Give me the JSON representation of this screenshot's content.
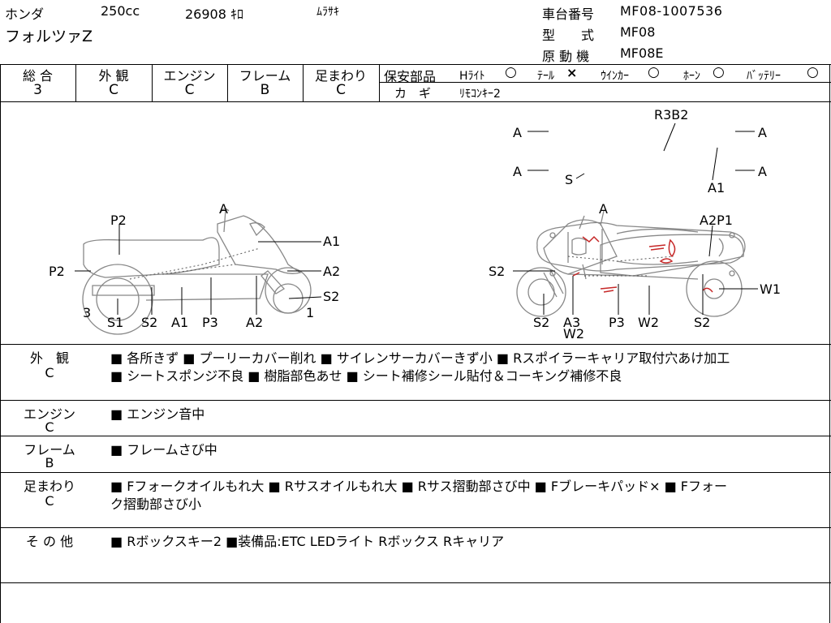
{
  "header": {
    "maker": "ホンダ",
    "displacement": "250cc",
    "mileage": "26908 ｷﾛ",
    "color": "ﾑﾗｻｷ",
    "model": "フォルツァZ",
    "frame_no_label": "車台番号",
    "frame_no": "MF08-1007536",
    "type_label": "型　　式",
    "type": "MF08",
    "engine_label": "原 動 機",
    "engine": "MF08E"
  },
  "ratings": [
    {
      "label": "総 合",
      "value": "3"
    },
    {
      "label": "外 観",
      "value": "C"
    },
    {
      "label": "エンジン",
      "value": "C"
    },
    {
      "label": "フレーム",
      "value": "B"
    },
    {
      "label": "足まわり",
      "value": "C"
    }
  ],
  "safety": {
    "label": "保安部品",
    "items": [
      {
        "name": "Hﾗｲﾄ",
        "mark": "○"
      },
      {
        "name": "ﾃｰﾙ",
        "mark": "×"
      },
      {
        "name": "ｳｲﾝｶｰ",
        "mark": "○"
      },
      {
        "name": "ﾎｰﾝ",
        "mark": "○"
      },
      {
        "name": "ﾊﾞｯﾃﾘｰ",
        "mark": "○"
      }
    ],
    "key_label": "カ　ギ",
    "key_value": "ﾘﾓｺﾝｷｰ2"
  },
  "diagram": {
    "top": {
      "l1": "A",
      "l2": "A",
      "r1": "A",
      "r2": "A",
      "s": "S",
      "r3b2": "R3B2",
      "a1": "A1"
    },
    "left": {
      "p2_top": "P2",
      "a_top": "A",
      "a1_right": "A1",
      "p2_left": "P2",
      "a2_right": "A2",
      "s2_right": "S2",
      "n3": "3",
      "n1": "1",
      "s1": "S1",
      "s2": "S2",
      "a1": "A1",
      "p3": "P3",
      "a2": "A2"
    },
    "right": {
      "a_top": "A",
      "a2p1": "A2P1",
      "s2_left": "S2",
      "w1": "W1",
      "s2": "S2",
      "a3": "A3",
      "w2a": "W2",
      "p3": "P3",
      "w2": "W2",
      "s2b": "S2"
    }
  },
  "notes": [
    {
      "cat": "外　観",
      "grade": "C",
      "lines": [
        "■ 各所きず ■ プーリーカバー削れ ■ サイレンサーカバーきず小 ■ Rスポイラーキャリア取付穴あけ加工",
        "■ シートスポンジ不良 ■ 樹脂部色あせ ■ シート補修シール貼付＆コーキング補修不良"
      ]
    },
    {
      "cat": "エンジン",
      "grade": "C",
      "lines": [
        "■ エンジン音中"
      ]
    },
    {
      "cat": "フレーム",
      "grade": "B",
      "lines": [
        "■ フレームさび中"
      ]
    },
    {
      "cat": "足まわり",
      "grade": "C",
      "lines": [
        "■ Fフォークオイルもれ大 ■ Rサスオイルもれ大 ■ Rサス摺動部さび中 ■ Fブレーキパッド× ■ Fフォー",
        "ク摺動部さび小"
      ]
    },
    {
      "cat": "そ の 他",
      "grade": "",
      "lines": [
        "■ Rボックスキー2 ■装備品:ETC LEDライト Rボックス Rキャリア"
      ]
    }
  ]
}
